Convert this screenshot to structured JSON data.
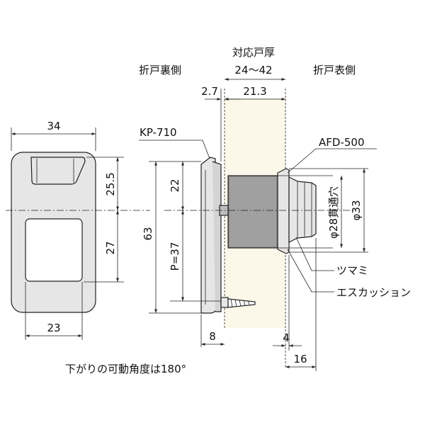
{
  "labels": {
    "door_back_side": "折戸裏側",
    "door_front_side": "折戸表側",
    "door_thickness_title": "対応戸厚",
    "door_thickness_range": "24～42",
    "part_kp": "KP-710",
    "part_afd": "AFD-500",
    "knob": "ツマミ",
    "escutcheon": "エスカッション",
    "through_hole": "φ28貫通穴",
    "dia_outer": "φ33",
    "note": "下がりの可動角度は180°"
  },
  "dimensions": {
    "width_top": "34",
    "width_bottom": "23",
    "height_upper": "25.5",
    "height_lower": "27",
    "height_total": "63",
    "upper_22": "22",
    "pitch": "P=37",
    "offset_2_7": "2.7",
    "depth_21_3": "21.3",
    "base_8": "8",
    "gap_4": "4",
    "depth_16": "16"
  },
  "colors": {
    "door_fill": "#fbf8e9",
    "body_fill": "#e6e6e6",
    "latch_fill": "#8c8c8c",
    "line": "#222222"
  }
}
